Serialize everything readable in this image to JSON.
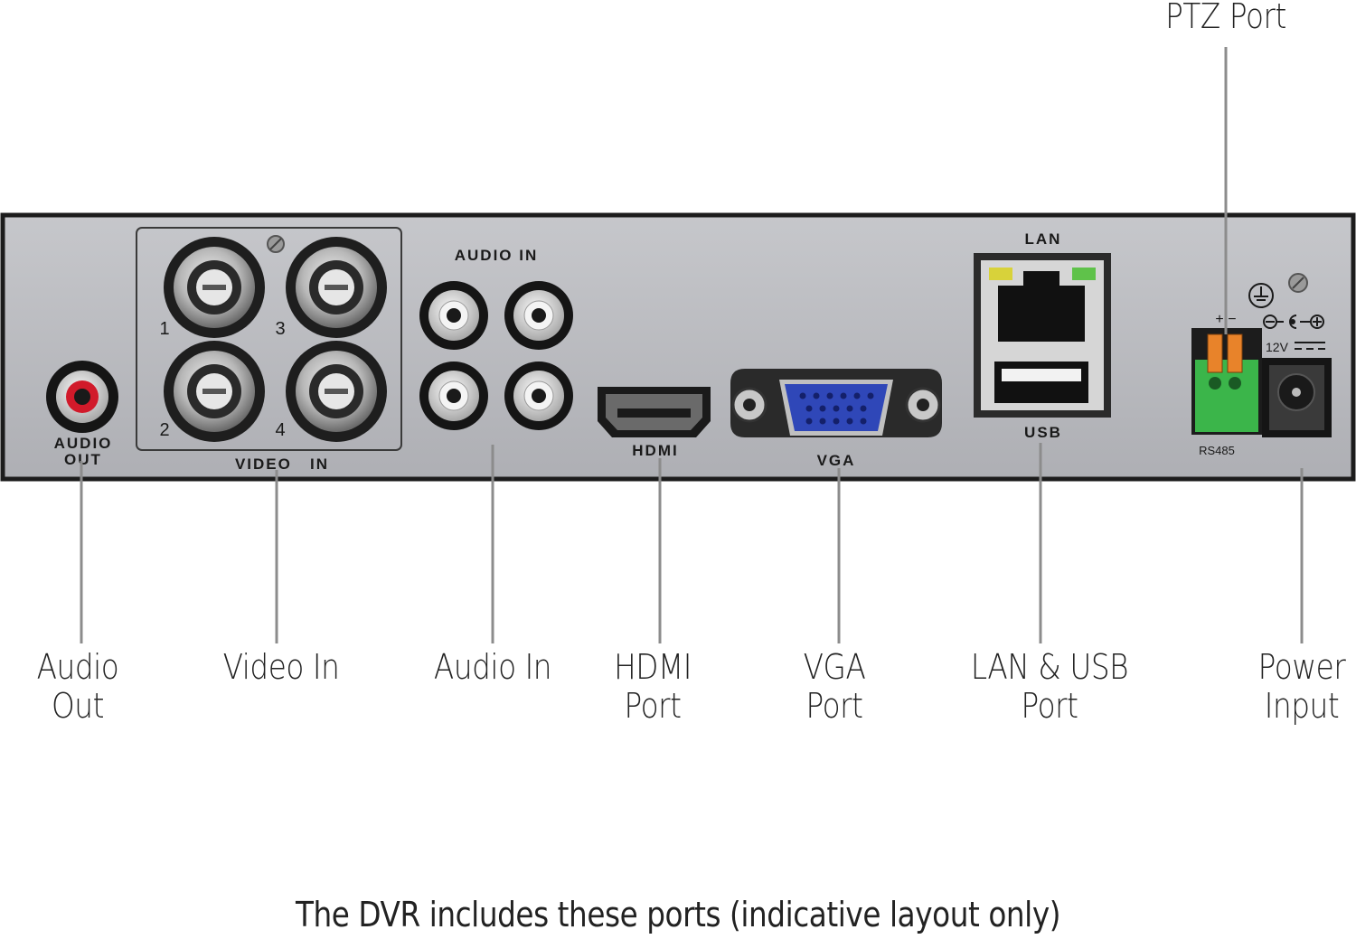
{
  "panel_labels": {
    "audio_out_line1": "AUDIO",
    "audio_out_line2": "OUT",
    "video_in": "VIDEO   IN",
    "audio_in": "AUDIO IN",
    "hdmi": "HDMI",
    "vga": "VGA",
    "lan": "LAN",
    "usb": "USB",
    "rs485": "RS485",
    "voltage": "12V",
    "ptz_polarity": "+ −",
    "bnc_numbers": [
      "1",
      "3",
      "2",
      "4"
    ]
  },
  "callouts": {
    "ptz": [
      "PTZ Port"
    ],
    "audio_out": [
      "Audio",
      "Out"
    ],
    "video_in": [
      "Video In"
    ],
    "audio_in": [
      "Audio In"
    ],
    "hdmi": [
      "HDMI",
      "Port"
    ],
    "vga": [
      "VGA",
      "Port"
    ],
    "lan_usb": [
      "LAN & USB",
      "Port"
    ],
    "power": [
      "Power",
      "Input"
    ]
  },
  "caption": "The DVR includes these ports (indicative layout only)",
  "colors": {
    "panel": "#b9babe",
    "frame": "#1c1c1c",
    "rca_red": "#d11a2a",
    "vga_blue": "#2f47b8",
    "terminal_green": "#3bb54a",
    "terminal_orange": "#e8832a",
    "led_yellow": "#d8d23a",
    "led_green": "#5fc24a"
  }
}
